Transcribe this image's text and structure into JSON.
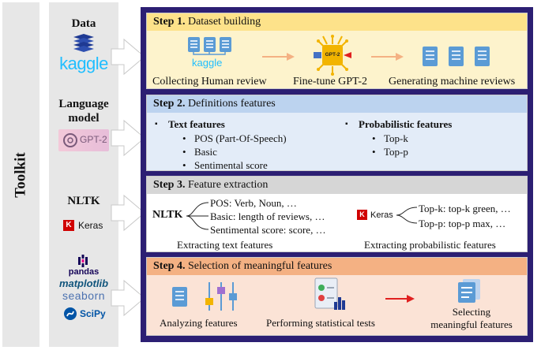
{
  "toolkit": {
    "label": "Toolkit",
    "data_title": "Data",
    "kaggle_logo": "kaggle",
    "lm_title_1": "Language",
    "lm_title_2": "model",
    "gpt2_logo": "GPT-2",
    "nltk_title": "NLTK",
    "keras_logo": "Keras",
    "keras_k": "K",
    "pandas_logo": "pandas",
    "matplotlib_logo": "matplotlib",
    "seaborn_logo": "seaborn",
    "scipy_logo": "SciPy"
  },
  "step1": {
    "num": "Step 1.",
    "title": "Dataset building",
    "kaggle_mini": "kaggle",
    "gpt2_chip": "GPT-2",
    "collect_label": "Collecting Human review",
    "finetune_label": "Fine-tune GPT-2",
    "generate_label": "Generating machine reviews"
  },
  "step2": {
    "num": "Step 2.",
    "title": "Definitions features",
    "bullet": "▪",
    "text_heading": "Text features",
    "text_items": [
      "POS (Part-Of-Speech)",
      "Basic",
      "Sentimental score"
    ],
    "prob_heading": "Probabilistic features",
    "prob_items": [
      "Top-k",
      "Top-p"
    ],
    "item_bullet": "•"
  },
  "step3": {
    "num": "Step 3.",
    "title": "Feature extraction",
    "nltk": "NLTK",
    "text_branches": [
      "POS: Verb, Noun, …",
      "Basic: length of reviews, …",
      "Sentimental score: score, …"
    ],
    "keras_k": "K",
    "keras": "Keras",
    "prob_branches": [
      "Top-k: top-k green, …",
      "Top-p: top-p max, …"
    ],
    "text_caption": "Extracting text features",
    "prob_caption": "Extracting probabilistic features"
  },
  "step4": {
    "num": "Step 4.",
    "title": "Selection of meaningful features",
    "analyze_label": "Analyzing features",
    "tests_label": "Performing statistical tests",
    "select_label_1": "Selecting",
    "select_label_2": "meaningful features"
  },
  "colors": {
    "frame": "#2c1f73",
    "step1_bg": "#fdf3cc",
    "step1_head": "#fde28a",
    "step2_bg": "#e3ecf8",
    "step2_head": "#bcd3ef",
    "step3_bg": "#ffffff",
    "step3_head": "#d6d6d6",
    "step4_bg": "#fbe3d6",
    "step4_head": "#f4b183",
    "doc_blue": "#5b9bd5",
    "orange_arrow": "#f4b183",
    "red_arrow": "#e02020",
    "kaggle_blue": "#20beff",
    "keras_red": "#d00000"
  }
}
